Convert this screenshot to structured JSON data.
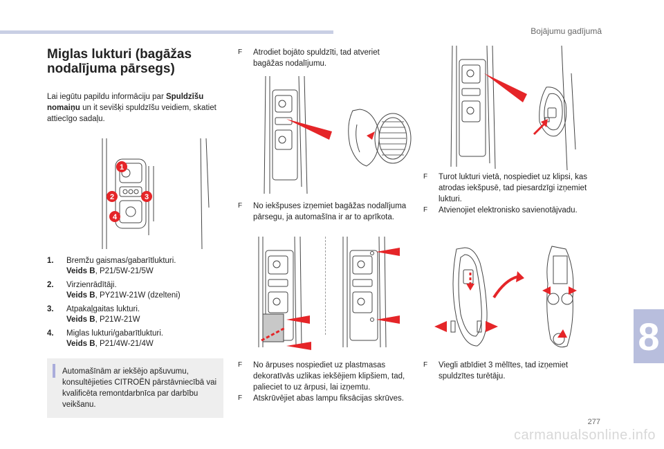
{
  "header": {
    "section": "Bojājumu gadījumā",
    "chapter": "8"
  },
  "title": "Miglas lukturi (bagāžas nodalījuma pārsegs)",
  "intro": {
    "pre": "Lai iegūtu papildu informāciju par ",
    "bold1": "Spuldzīšu nomaiņu",
    "post": " un it sevišķi spuldzīšu veidiem, skatiet attiecīgo sadaļu."
  },
  "callouts": [
    "1",
    "2",
    "3",
    "4"
  ],
  "list": [
    {
      "num": "1.",
      "text": "Bremžu gaismas/gabarītlukturi.",
      "type_label": "Veids B",
      "type_value": ", P21/5W-21/5W"
    },
    {
      "num": "2.",
      "text": "Virzienrādītāji.",
      "type_label": "Veids B",
      "type_value": ", PY21W-21W (dzelteni)"
    },
    {
      "num": "3.",
      "text": "Atpakaļgaitas lukturi.",
      "type_label": "Veids B",
      "type_value": ", P21W-21W"
    },
    {
      "num": "4.",
      "text": "Miglas lukturi/gabarītlukturi.",
      "type_label": "Veids B",
      "type_value": ", P21/4W-21/4W"
    }
  ],
  "note": "Automašīnām ar iekšējo apšuvumu, konsultējieties CITROËN pārstāvniecībā vai kvalificēta remontdarbnīca par darbību veikšanu.",
  "steps": {
    "s1": "Atrodiet bojāto spuldzīti, tad atveriet bagāžas nodalījumu.",
    "s2": "No iekšpuses izņemiet bagāžas nodalījuma pārsegu, ja automašīna ir ar to aprīkota.",
    "s3a": "No ārpuses nospiediet uz plastmasas dekoratīvās uzlikas iekšējiem klipšiem, tad, palieciet to uz ārpusi, lai izņemtu.",
    "s3b": "Atskrūvējiet abas lampu fiksācijas skrūves.",
    "s4a": "Turot lukturi vietā, nospiediet uz klipsi, kas atrodas iekšpusē, tad piesardzīgi izņemiet lukturi.",
    "s4b": "Atvienojiet elektronisko savienotājvadu.",
    "s5": "Viegli atbīdiet 3 mēlītes, tad izņemiet spuldzītes turētāju."
  },
  "bullet_glyph": "F",
  "page_number": "277",
  "footer": "carmanualsonline.info",
  "colors": {
    "accent": "#e52528",
    "tab": "#b8bedd",
    "note_bg": "#eeeeee",
    "line": "#444444"
  }
}
